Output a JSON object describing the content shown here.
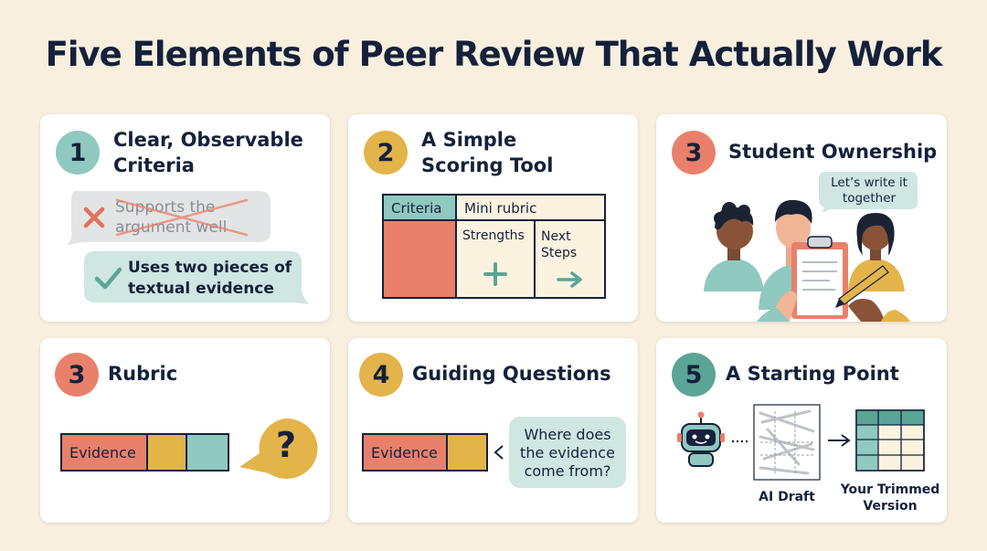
{
  "title": "Five Elements of Peer Review That Actually Work",
  "colors": {
    "teal": "#8fc9c0",
    "yellow": "#e2b44a",
    "coral": "#e9806b",
    "navy": "#15213b",
    "cream": "#f8efdf",
    "rubric_bg": "#fbf3df"
  },
  "cards": [
    {
      "number": "1",
      "title_line1": "Clear, Observable",
      "title_line2": "Criteria",
      "bad_example": "Supports the argument well",
      "good_example": "Uses two pieces of textual evidence",
      "bad_icon": "x-icon",
      "good_icon": "check-icon"
    },
    {
      "number": "2",
      "title_line1": "A Simple",
      "title_line2": "Scoring Tool",
      "col_criteria": "Criteria",
      "col_rubric": "Mini rubric",
      "strengths": "Strengths",
      "next_steps": "Next Steps",
      "strengths_icon": "plus-icon",
      "next_icon": "arrow-right-icon"
    },
    {
      "number": "3",
      "title": "Student Ownership",
      "speech": "Let’s write it together"
    },
    {
      "number": "3",
      "title": "Rubric",
      "evidence": "Evidence",
      "question_mark": "?"
    },
    {
      "number": "4",
      "title": "Guiding Questions",
      "evidence": "Evidence",
      "question": "Where does the evidence come from?"
    },
    {
      "number": "5",
      "title": "A Starting Point",
      "ai_draft": "AI Draft",
      "trimmed": "Your Trimmed Version"
    }
  ]
}
